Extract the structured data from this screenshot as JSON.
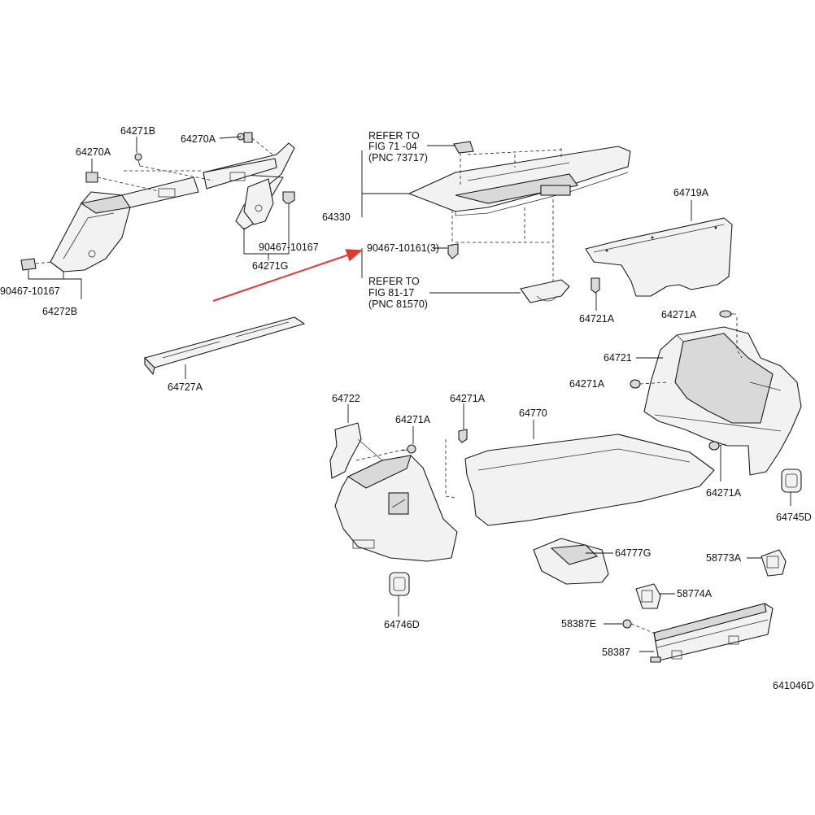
{
  "labels": {
    "l64271B_1": "64271B",
    "l64270A_1": "64270A",
    "l64270A_2": "64270A",
    "l90467_10167_a": "90467-10167",
    "l64271G": "64271G",
    "l90467_10167_b": "90467-10167",
    "l64272B": "64272B",
    "l64727A": "64727A",
    "refer1_line1": "REFER TO",
    "refer1_line2": "FIG 71 -04",
    "refer1_line3": "(PNC 73717)",
    "l64330": "64330",
    "l90467_10161": "90467-10161(3)",
    "refer2_line1": "REFER TO",
    "refer2_line2": "FIG 81-17",
    "refer2_line3": "(PNC 81570)",
    "l64719A": "64719A",
    "l64721A_1": "64721A",
    "l64271A_1": "64271A",
    "l64721": "64721",
    "l64271A_2": "64271A",
    "l64271A_3": "64271A",
    "l64722": "64722",
    "l64271A_4": "64271A",
    "l64271A_5": "64271A",
    "l64770": "64770",
    "l64745D": "64745D",
    "l64777G": "64777G",
    "l58773A": "58773A",
    "l64746D": "64746D",
    "l58774A": "58774A",
    "l58387E": "58387E",
    "l58387": "58387",
    "l641046D": "641046D"
  },
  "colors": {
    "arrow": "#e03a2f",
    "line": "#111111"
  }
}
